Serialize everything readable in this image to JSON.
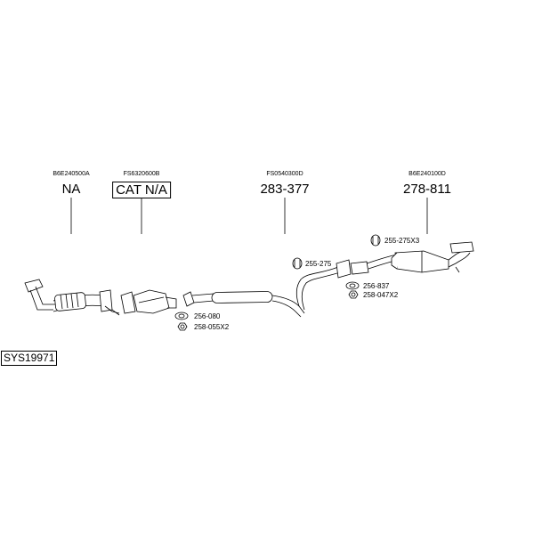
{
  "system_id": "SYS19971",
  "parts": [
    {
      "code": "B6E240500A",
      "number": "NA"
    },
    {
      "code": "FS6320600B",
      "number": "CAT N/A"
    },
    {
      "code": "FS0540300D",
      "number": "283-377"
    },
    {
      "code": "B6E240100D",
      "number": "278-811"
    }
  ],
  "hardware": [
    {
      "label": "255-275X3",
      "icon": "clamp-icon"
    },
    {
      "label": "255-275",
      "icon": "clamp-icon"
    },
    {
      "label": "256-837",
      "icon": "gasket-icon"
    },
    {
      "label": "258-047X2",
      "icon": "nut-icon"
    },
    {
      "label": "256-080",
      "icon": "gasket-icon"
    },
    {
      "label": "258-055X2",
      "icon": "nut-icon"
    }
  ]
}
